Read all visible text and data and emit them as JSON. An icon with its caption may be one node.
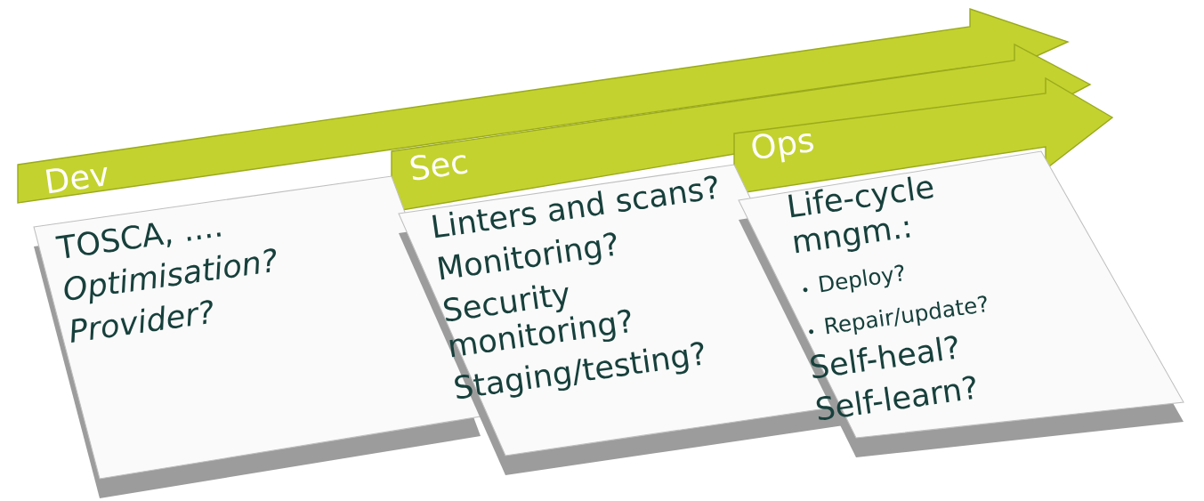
{
  "diagram": {
    "nodes": [
      {
        "text": [
          "Dev"
        ]
      },
      {
        "text": [
          "TOSCA, ....",
          "Optimisation?",
          "Provider?"
        ]
      },
      {
        "text": [
          "Sec"
        ]
      },
      {
        "text": [
          "Linters and scans?",
          "Monitoring?",
          "Security monitoring?",
          "Staging/testing?"
        ]
      },
      {
        "text": [
          "Ops"
        ]
      },
      {
        "text": [
          "Life-cycle mngm.:",
          "Deploy?",
          "Repair/update?",
          "Self-heal?",
          "Self-learn?"
        ]
      }
    ]
  }
}
